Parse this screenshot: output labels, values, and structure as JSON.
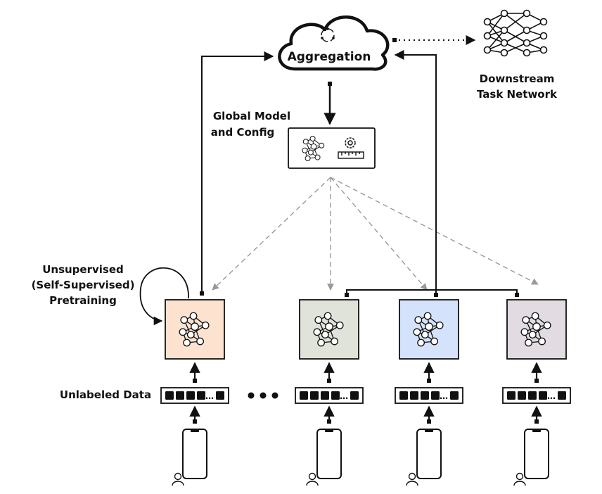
{
  "aggregation": {
    "label": "Aggregation"
  },
  "downstream": {
    "line1": "Downstream",
    "line2": "Task Network"
  },
  "global_model": {
    "line1": "Global Model",
    "line2": "and Config"
  },
  "pretraining": {
    "line1": "Unsupervised",
    "line2": "(Self-Supervised)",
    "line3": "Pretraining"
  },
  "data_label": "Unlabeled Data",
  "data_strip_tail": "…",
  "clients": [
    {
      "fill": "#fde3cf"
    },
    {
      "fill": "#e0e3da"
    },
    {
      "fill": "#d4e3fb"
    },
    {
      "fill": "#e2dce2"
    }
  ]
}
